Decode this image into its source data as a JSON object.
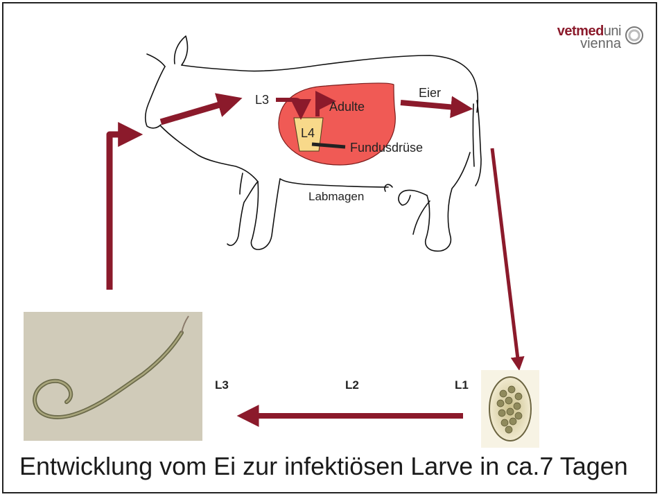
{
  "logo": {
    "brand": "vetmed",
    "brand_suffix": "uni",
    "subtitle": "vienna"
  },
  "labels": {
    "l3_host": "L3",
    "adulte": "Adulte",
    "l4": "L4",
    "fundus": "Fundusdrüse",
    "eier": "Eier",
    "labmagen": "Labmagen",
    "l3_env": "L3",
    "l2_env": "L2",
    "l1_env": "L1"
  },
  "caption": "Entwicklung vom Ei zur infektiösen Larve in ca.7 Tagen",
  "colors": {
    "arrow": "#8b1a2b",
    "stomach": "#f05a55",
    "gland": "#f8d98a"
  }
}
